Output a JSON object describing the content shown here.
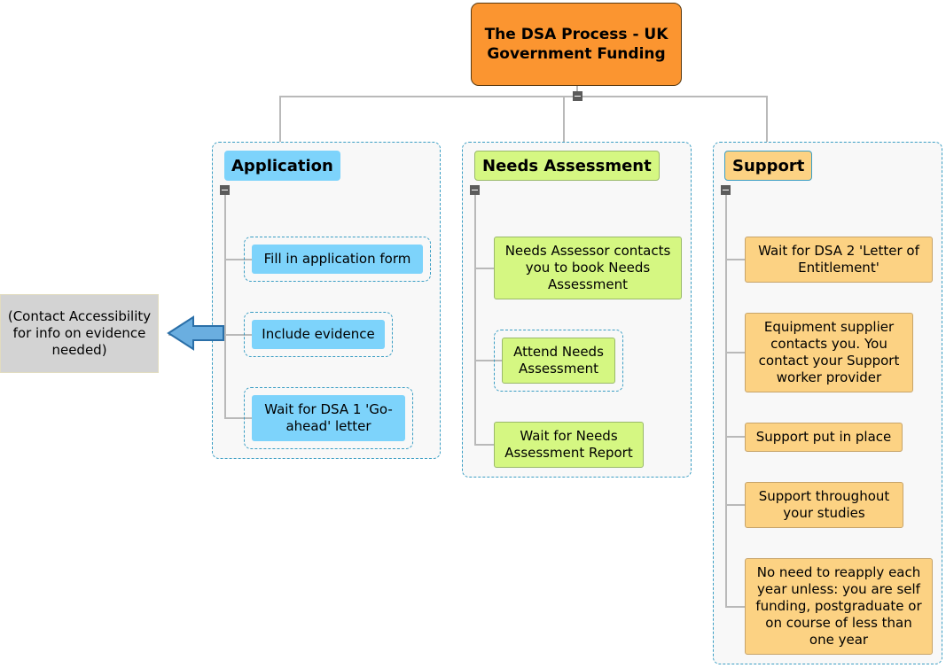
{
  "root": {
    "title": "The DSA Process - UK Government Funding"
  },
  "branches": [
    {
      "title": "Application",
      "color": "#7dd3fb",
      "items": [
        "Fill in application form",
        "Include evidence",
        "Wait for DSA 1 'Go-ahead' letter"
      ]
    },
    {
      "title": "Needs Assessment",
      "color": "#d5f782",
      "items": [
        "Needs Assessor contacts you to book Needs Assessment",
        "Attend Needs Assessment",
        "Wait for Needs Assessment Report"
      ]
    },
    {
      "title": "Support",
      "color": "#fcd283",
      "items": [
        "Wait for DSA 2 'Letter of Entitlement'",
        "Equipment supplier contacts you. You contact your Support worker provider",
        "Support put in place",
        "Support throughout your studies",
        "No need to reapply each year unless: you are self funding, postgraduate or on course of less than one year"
      ]
    }
  ],
  "callout": {
    "text": "(Contact Accessibility for info on evidence needed)"
  },
  "colors": {
    "root": "#fb9530",
    "group_border": "#3b9ec4",
    "arrow": "#6aaee0"
  }
}
